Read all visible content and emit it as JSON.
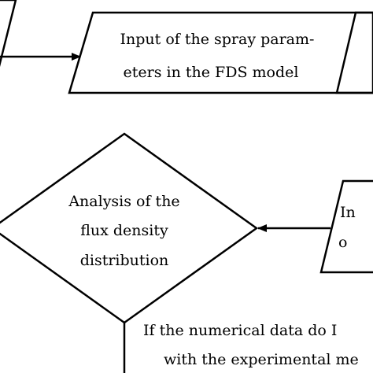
{
  "diagram": {
    "nodes": {
      "spray_input": {
        "shape": "parallelogram",
        "lines": [
          "Input of the spray param-",
          "eters in the FDS model"
        ]
      },
      "analysis": {
        "shape": "decision-diamond",
        "lines": [
          "Analysis of the",
          "flux density",
          "distribution"
        ]
      },
      "right_partial": {
        "shape": "parallelogram",
        "lines": [
          "In",
          "o"
        ]
      },
      "condition_note": {
        "lines": [
          "If the numerical data do I",
          "with the experimental me"
        ]
      }
    },
    "edges": [
      {
        "from": "left-offscreen-box",
        "to": "spray_input",
        "arrow": true
      },
      {
        "from": "right_partial",
        "to": "analysis",
        "arrow": true
      },
      {
        "from": "analysis",
        "to": "condition_note",
        "arrow": false
      }
    ],
    "colors": {
      "stroke": "#000000",
      "fill": "#ffffff",
      "text": "#000000"
    }
  }
}
